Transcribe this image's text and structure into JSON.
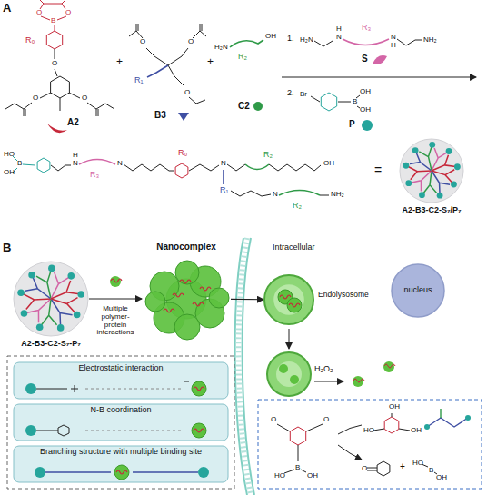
{
  "diagram": {
    "nodes": [
      {
        "text": [
          "A2-B3-C2-S₇/P₇"
        ]
      },
      {
        "text": [
          "A2-B3-C2-S₇-P₇"
        ]
      },
      {
        "text": [
          "Nanocomplex"
        ]
      },
      {
        "text": [
          "Electrostatic interaction"
        ]
      },
      {
        "text": [
          "N-B coordination"
        ]
      },
      {
        "text": [
          "Branching structure with multiple binding site"
        ]
      },
      {
        "text": [
          "Endolysosome"
        ]
      },
      {
        "text": [
          "nucleus"
        ]
      }
    ],
    "edges": [
      {
        "from": 1,
        "to": 2,
        "arrow": "to",
        "label": "Multiple polymer-protein interactions"
      },
      {
        "from": 2,
        "to": 6,
        "arrow": "to"
      }
    ],
    "labels": [
      "A",
      "O",
      "B",
      "O",
      "R₀",
      "O",
      "O",
      "O",
      "A2",
      "+",
      "R₁",
      "O",
      "O",
      "O",
      "B3",
      "+",
      "H₂N",
      "R₂",
      "OH",
      "C2",
      "1.",
      "H₂N",
      "H",
      "N",
      "R₃",
      "N",
      "H",
      "NH₂",
      "S",
      "2.",
      "Br",
      "B",
      "OH",
      "OH",
      "P",
      "HO",
      "B",
      "OH",
      "H",
      "N",
      "R₃",
      "N",
      "R₀",
      "N",
      "R₁",
      "R₂",
      "OH",
      "N",
      "R₂",
      "NH₂",
      "=",
      "B",
      "Intracellular",
      "H₂O₂",
      "O",
      "O",
      "HO",
      "B",
      "OH",
      "OH",
      "HO",
      "OH",
      "O",
      "+",
      "HO",
      "B",
      "OH"
    ]
  }
}
